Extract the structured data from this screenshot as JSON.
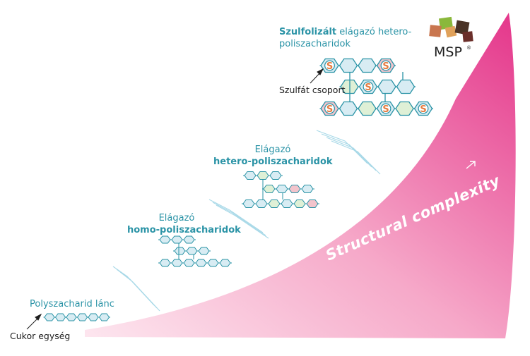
{
  "labels": {
    "chain": "Polyszacharid lánc",
    "unit": "Cukor egység",
    "homo_pre": "Elágazó",
    "homo_bold": "homo-poliszacharidok",
    "hetero_pre": "Elágazó",
    "hetero_bold": "hetero-poliszacharidok",
    "sulf_bold": "Szulfolizált",
    "sulf_rest": " elágazó  hetero-",
    "sulf_line2": "poliszacharidok",
    "sulfate_group": "Szulfát csoport",
    "arrow_text": "Structural complexity",
    "sulfate_letter": "S",
    "logo_text": "MSP",
    "logo_mark": "®"
  },
  "colors": {
    "teal": "#2a93a6",
    "hex_fill": "#d8ecf3",
    "hex_green": "#dff0d6",
    "hex_pink": "#f2c4cc",
    "magenta": "#e4458f",
    "sulfate": "#e57b3f"
  }
}
